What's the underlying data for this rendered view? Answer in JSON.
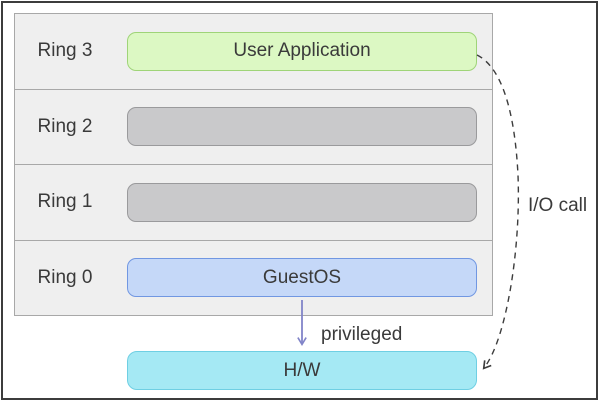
{
  "diagram": {
    "rings": [
      {
        "label": "Ring 3",
        "box_label": "User Application",
        "box_fill": "#dcf8c3",
        "box_border": "#9fd478"
      },
      {
        "label": "Ring 2",
        "box_label": "",
        "box_fill": "#c9c9cb",
        "box_border": "#9a9a9c"
      },
      {
        "label": "Ring 1",
        "box_label": "",
        "box_fill": "#c9c9cb",
        "box_border": "#9a9a9c"
      },
      {
        "label": "Ring 0",
        "box_label": "GuestOS",
        "box_fill": "#c5d8f8",
        "box_border": "#7197e2"
      }
    ],
    "hardware": {
      "label": "H/W",
      "fill": "#a5e9f4",
      "border": "#6fcfe3"
    },
    "annotations": {
      "privileged_label": "privileged",
      "io_call_label": "I/O call"
    },
    "colors": {
      "ring_row_bg": "#efefef",
      "ring_row_border": "#a8a8a8",
      "privileged_arrow": "#8184c8",
      "io_call_arrow": "#3c3c3c",
      "frame_border": "#3c3c3c",
      "text": "#3a3a3a"
    }
  }
}
